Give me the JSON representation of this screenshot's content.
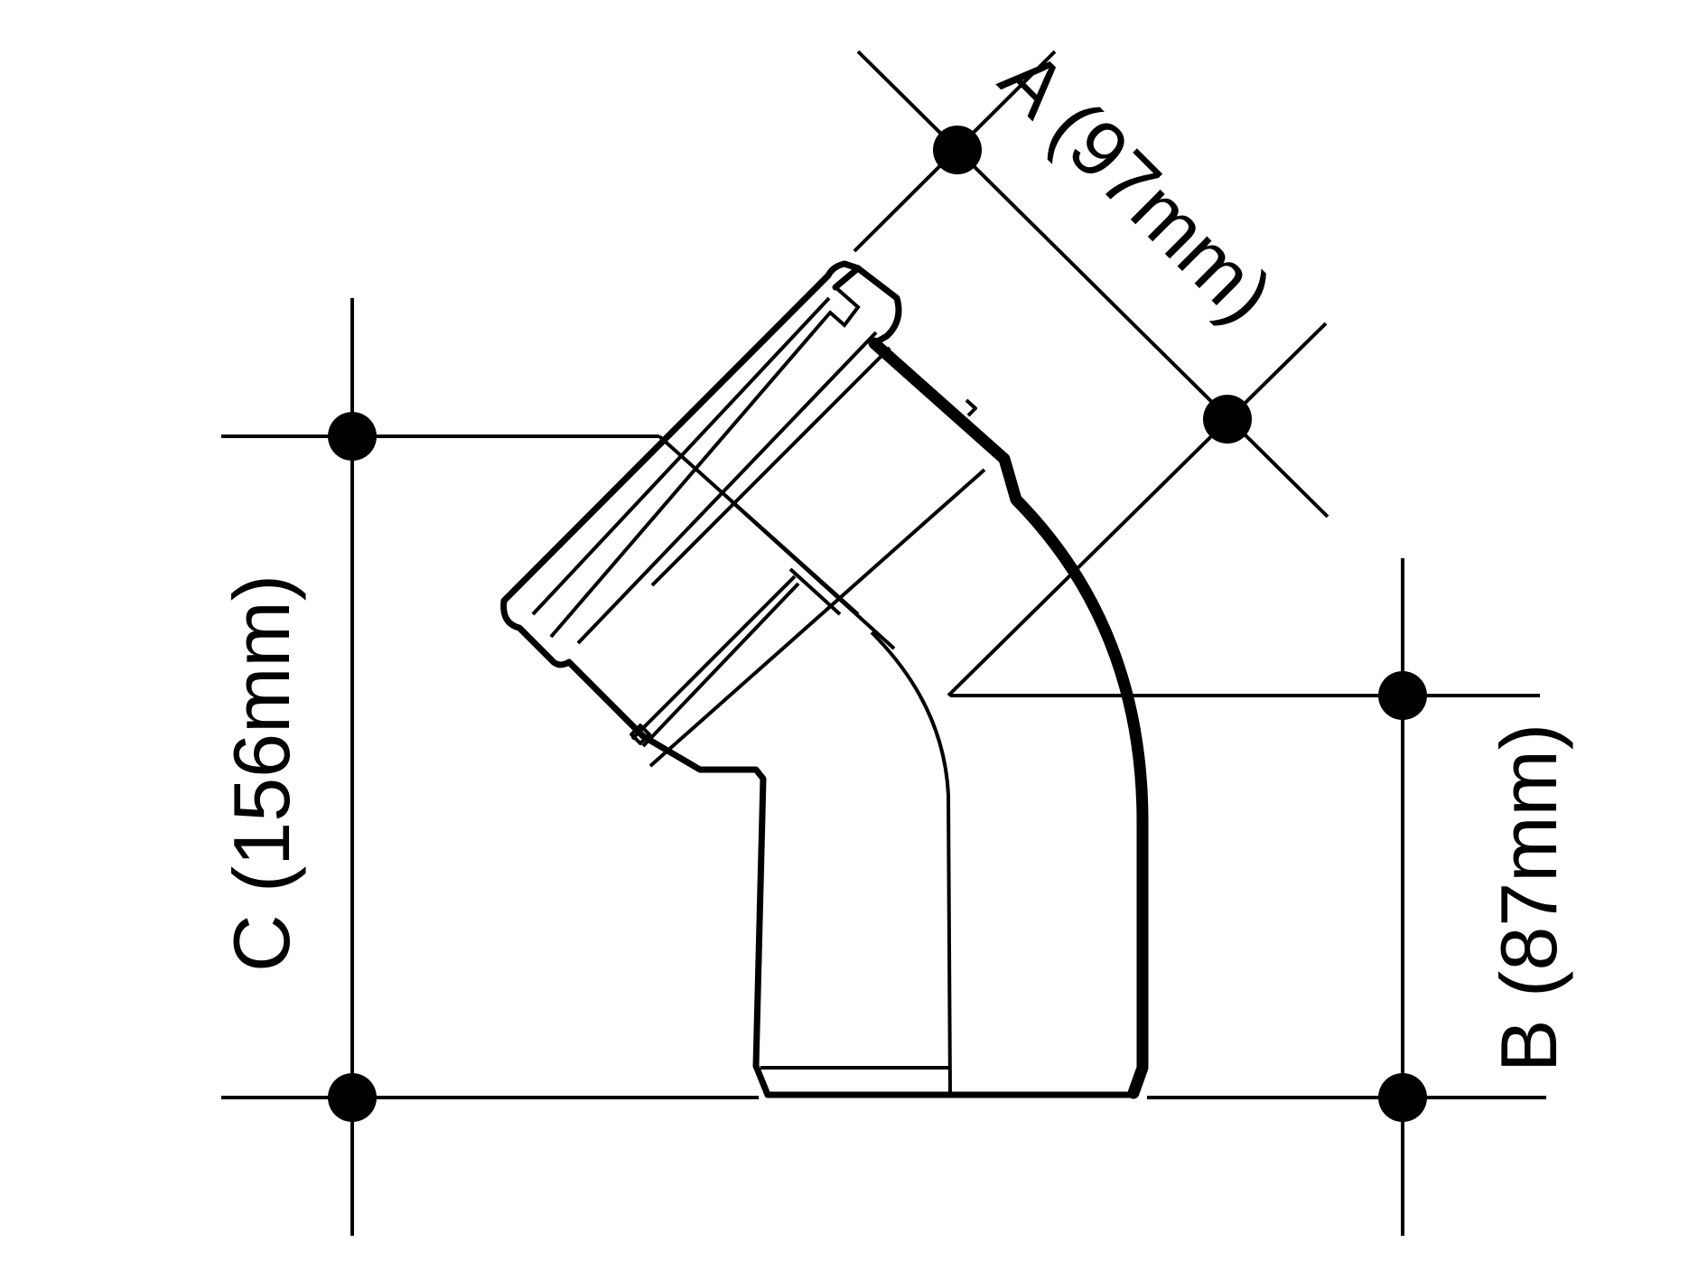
{
  "diagram": {
    "dimensions": {
      "a": {
        "text": "A (97mm)"
      },
      "b": {
        "text": "B (87mm)"
      },
      "c": {
        "text": "C (156mm)"
      }
    },
    "colors": {
      "line": "#000000",
      "background": "#ffffff"
    }
  }
}
